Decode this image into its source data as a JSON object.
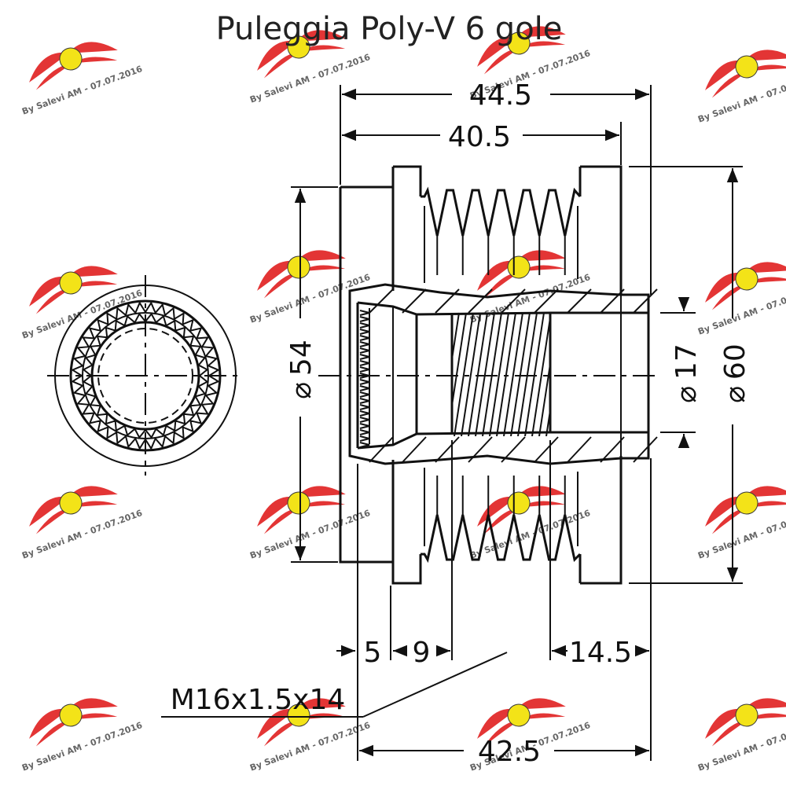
{
  "title": "Puleggia Poly-V 6 gole",
  "dimensions": {
    "overall_top": "44.5",
    "second_top": "40.5",
    "diameter_54": "54",
    "diameter_17": "17",
    "diameter_60": "60",
    "dim_5": "5",
    "dim_9": "9",
    "dim_14_5": "14.5",
    "dim_bottom": "42.5",
    "thread": "M16x1.5x14",
    "diameter_symbol": "⌀"
  },
  "watermark": {
    "text": "By Salevi AM - 07.07.2016"
  },
  "colors": {
    "line": "#111111",
    "watermark_red": "#e02020",
    "watermark_yellow": "#f2e000"
  }
}
